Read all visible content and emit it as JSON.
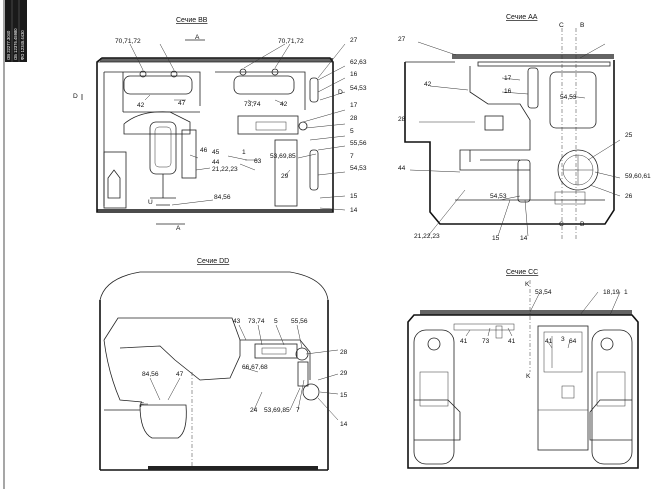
{
  "stamp": {
    "lines": [
      "ОВ 22277.3040",
      "ОБ 12376.45980",
      "ФО 12345.4430"
    ]
  },
  "views": {
    "bb": {
      "title": "Сечие ВВ"
    },
    "aa": {
      "title": "Сечие АА"
    },
    "dd": {
      "title": "Сечие DD"
    },
    "cc": {
      "title": "Сечие CC"
    }
  },
  "labels": {
    "bb": {
      "l70_71_72_a": "70,71,72",
      "l70_71_72_b": "70,71,72",
      "sectA_top": "A",
      "l27": "27",
      "l62_63": "62,63",
      "l16": "16",
      "l54_53_a": "54,53",
      "sectD_left": "D",
      "sectD_right": "D",
      "l42_a": "42",
      "l47": "47",
      "l73_74": "73,74",
      "l42_b": "42",
      "l17": "17",
      "l28": "28",
      "l5": "5",
      "l55_56": "55,56",
      "l45": "45",
      "l1": "1",
      "l63": "63",
      "l53_69_85": "53,69,85",
      "l7": "7",
      "l46": "46",
      "l44": "44",
      "l21_22_23": "21,22,23",
      "l54_53_b": "54,53",
      "l29": "29",
      "l84_56": "84,56",
      "l15": "15",
      "l14": "14",
      "sectU": "U",
      "sectA_bot": "A"
    },
    "aa": {
      "l27": "27",
      "sectC_top": "C",
      "sectB_top": "B",
      "l42": "42",
      "l17": "17",
      "l16": "16",
      "l54_53_a": "54,53",
      "l28": "28",
      "l25": "25",
      "l44": "44",
      "l59_60_61": "59,60,61",
      "l54_53_b": "54,53",
      "l26": "26",
      "l21_22_23": "21,22,23",
      "l15": "15",
      "l14": "14",
      "sectC_bot": "C",
      "sectB_bot": "B"
    },
    "dd": {
      "l43": "43",
      "l73_74": "73,74",
      "l5": "5",
      "l55_56": "55,56",
      "l28": "28",
      "l84_56": "84,56",
      "l47": "47",
      "l66_67_68": "66,67,68",
      "l29": "29",
      "lF": "F",
      "l15": "15",
      "l24": "24",
      "l53_69_85": "53,69,85",
      "l7": "7",
      "l14": "14"
    },
    "cc": {
      "sectK_top": "K",
      "l53_54": "53,54",
      "l18_19": "18,19",
      "l1": "1",
      "l41_a": "41",
      "l73": "73",
      "l41_b": "41",
      "l3": "3",
      "l41_c": "41",
      "l64": "64",
      "sectK_bot": "K"
    }
  }
}
